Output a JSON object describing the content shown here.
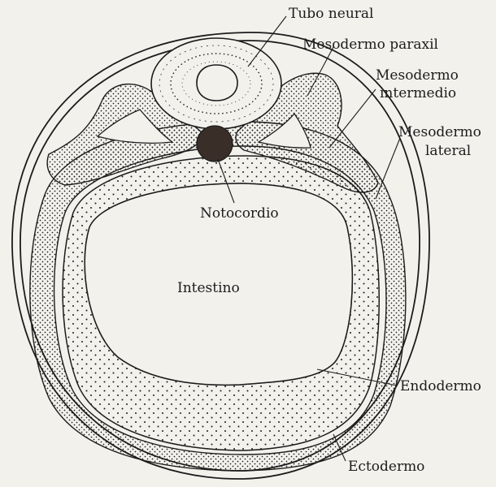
{
  "labels": {
    "tubo_neural": "Tubo neural",
    "mesodermo_paraxil": "Mesodermo paraxil",
    "mesodermo_intermedio_1": "Mesodermo",
    "mesodermo_intermedio_2": "intermedio",
    "mesodermo_lateral_1": "Mesodermo",
    "mesodermo_lateral_2": "lateral",
    "notocordio": "Notocordio",
    "intestino": "Intestino",
    "endodermo": "Endodermo",
    "ectodermo": "Ectodermo"
  },
  "colors": {
    "ink": "#1c1c1c",
    "paper": "#f2f1ec",
    "notochord": "#3a2e29"
  }
}
